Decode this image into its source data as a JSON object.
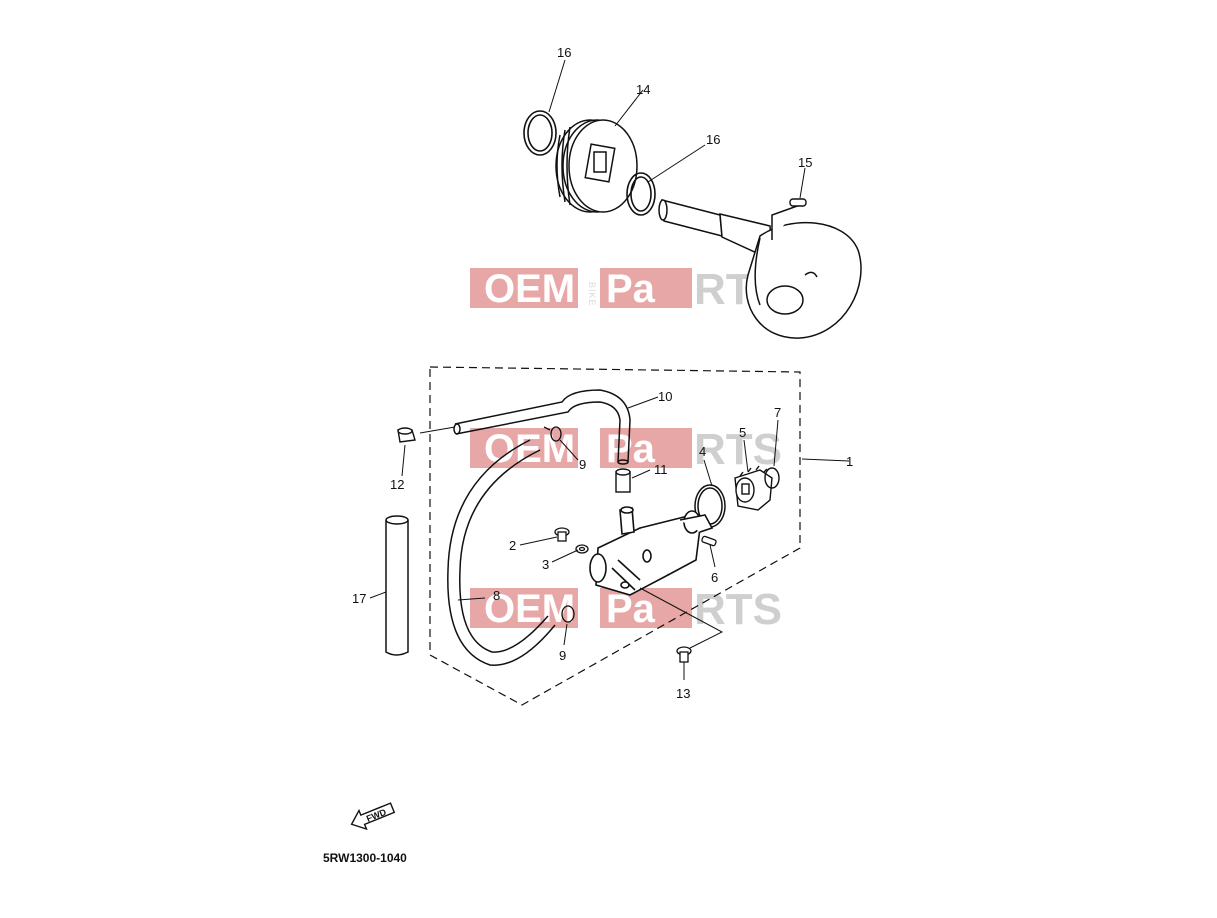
{
  "diagram": {
    "code": "5RW1300-1040",
    "fwd_label": "FWD",
    "watermark": {
      "oem": "OEM",
      "bike": "BIKE",
      "pa": "Pa",
      "rts": "RTS"
    },
    "callouts": [
      {
        "id": "c1",
        "label": "1"
      },
      {
        "id": "c2",
        "label": "2"
      },
      {
        "id": "c3",
        "label": "3"
      },
      {
        "id": "c4",
        "label": "4"
      },
      {
        "id": "c5",
        "label": "5"
      },
      {
        "id": "c6",
        "label": "6"
      },
      {
        "id": "c7",
        "label": "7"
      },
      {
        "id": "c8",
        "label": "8"
      },
      {
        "id": "c9a",
        "label": "9"
      },
      {
        "id": "c9b",
        "label": "9"
      },
      {
        "id": "c10",
        "label": "10"
      },
      {
        "id": "c11",
        "label": "11"
      },
      {
        "id": "c12",
        "label": "12"
      },
      {
        "id": "c13",
        "label": "13"
      },
      {
        "id": "c14",
        "label": "14"
      },
      {
        "id": "c15",
        "label": "15"
      },
      {
        "id": "c16a",
        "label": "16"
      },
      {
        "id": "c16b",
        "label": "16"
      },
      {
        "id": "c17",
        "label": "17"
      }
    ],
    "colors": {
      "line": "#111111",
      "watermark_red": "#e8a7a7",
      "watermark_gray": "#cfcfcf"
    }
  }
}
